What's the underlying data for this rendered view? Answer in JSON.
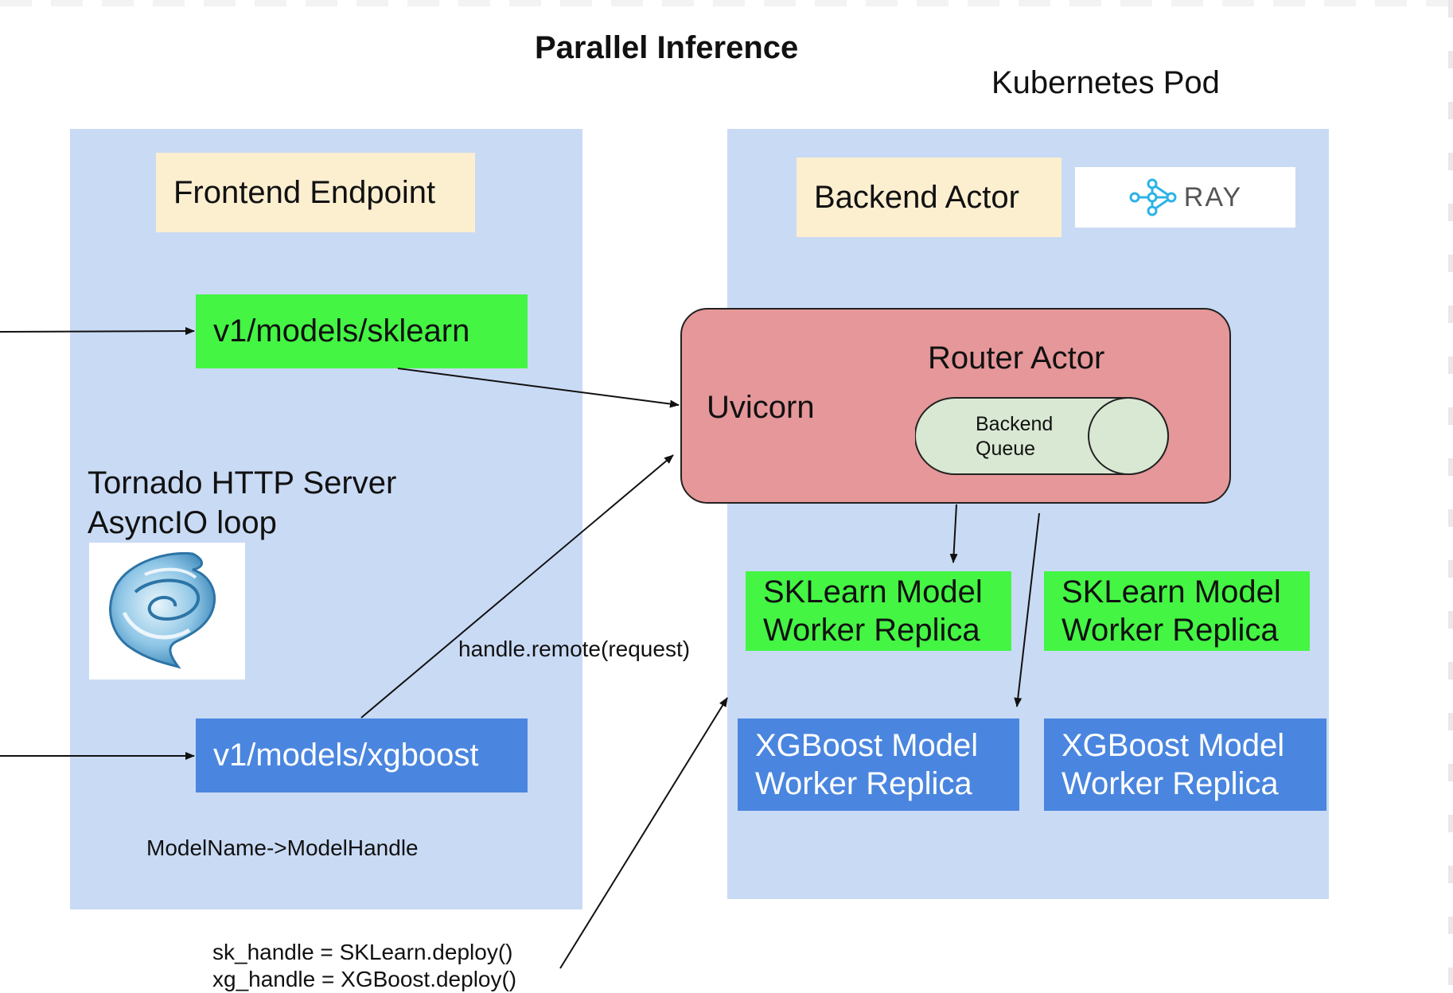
{
  "title": "Parallel Inference",
  "k8s_label": "Kubernetes Pod",
  "frontend": {
    "header": "Frontend Endpoint",
    "route_sklearn": "v1/models/sklearn",
    "route_xgboost": "v1/models/xgboost",
    "server_line1": "Tornado HTTP Server",
    "server_line2": "AsyncIO loop",
    "mapping": "ModelName->ModelHandle"
  },
  "backend": {
    "header": "Backend Actor",
    "ray_logo_text": "RAY",
    "uvicorn": "Uvicorn",
    "router": "Router Actor",
    "queue_line1": "Backend",
    "queue_line2": "Queue",
    "sk_replica_1": [
      "SKLearn Model",
      "Worker Replica"
    ],
    "sk_replica_2": [
      "SKLearn Model",
      "Worker Replica"
    ],
    "xg_replica_1": [
      "XGBoost Model",
      "Worker Replica"
    ],
    "xg_replica_2": [
      "XGBoost Model",
      "Worker Replica"
    ]
  },
  "handle_call": "handle.remote(request)",
  "deploy_line1": "sk_handle = SKLearn.deploy()",
  "deploy_line2": "xg_handle = XGBoost.deploy()",
  "colors": {
    "panel": "#c9daf4",
    "label_box": "#fcefd0",
    "green": "#44f544",
    "blue": "#4a86df",
    "router": "#e59799",
    "queue": "#d9e8d3"
  }
}
